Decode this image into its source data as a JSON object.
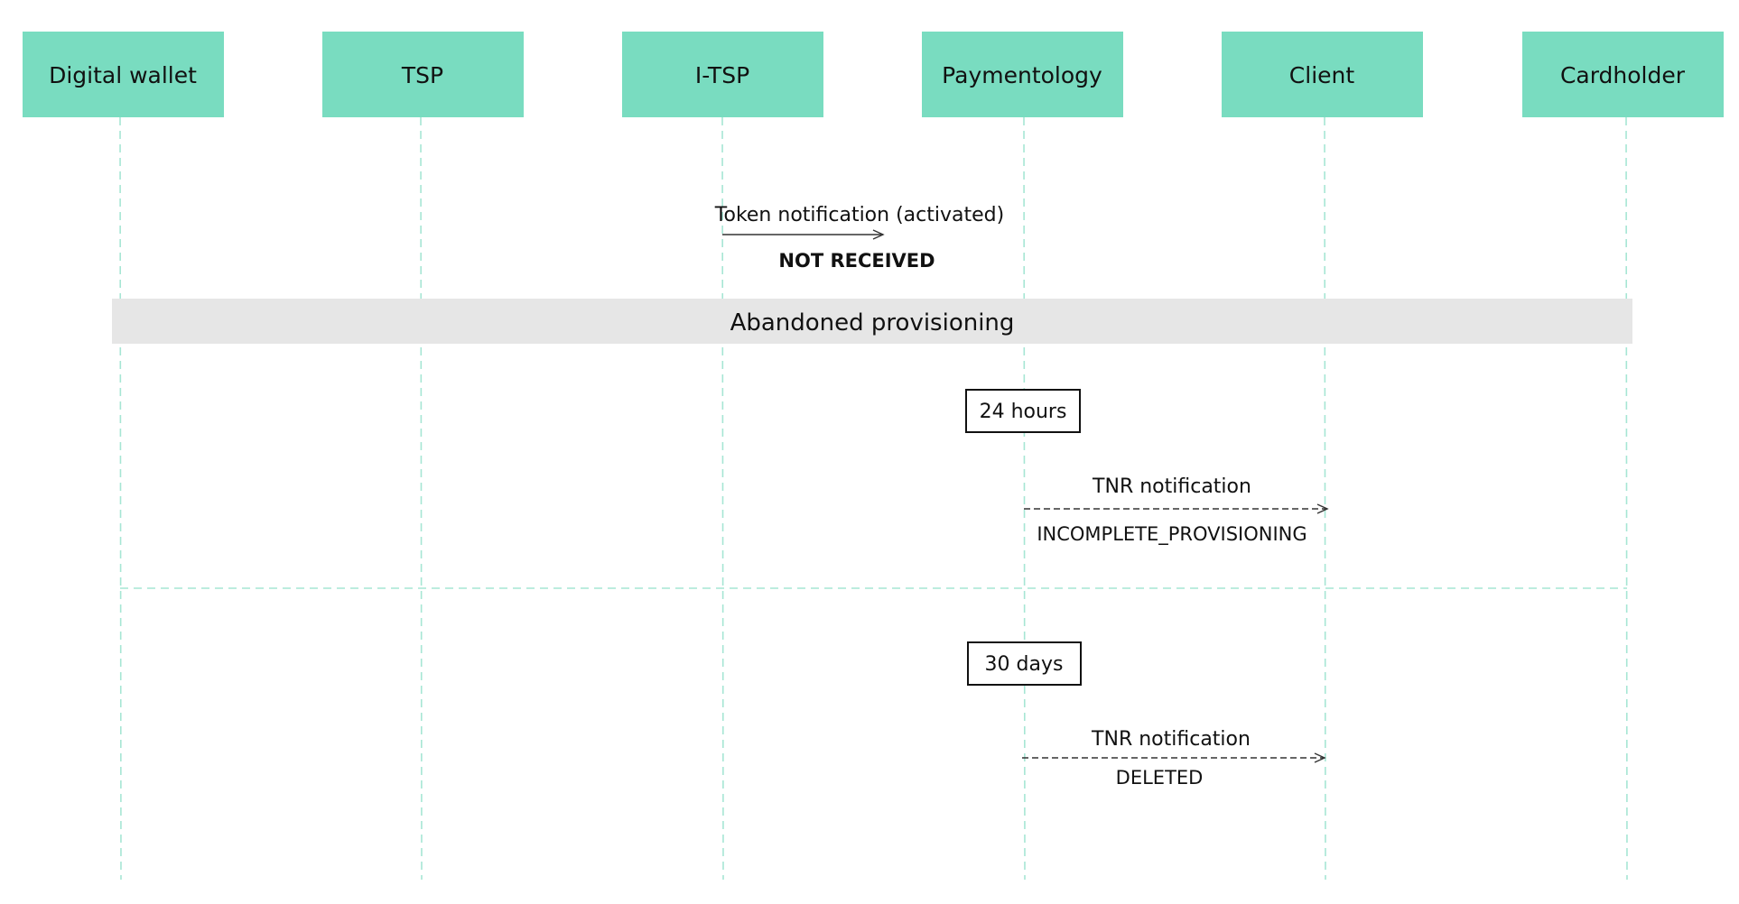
{
  "participants": [
    {
      "label": "Digital wallet"
    },
    {
      "label": "TSP"
    },
    {
      "label": "I-TSP"
    },
    {
      "label": "Paymentology"
    },
    {
      "label": "Client"
    },
    {
      "label": "Cardholder"
    }
  ],
  "messages": [
    {
      "label": "Token notification (activated)",
      "status": "NOT RECEIVED",
      "from": "I-TSP",
      "to": "Paymentology",
      "line_style": "solid"
    },
    {
      "label": "TNR notification",
      "status": "INCOMPLETE_PROVISIONING",
      "from": "Paymentology",
      "to": "Client",
      "line_style": "dashed"
    },
    {
      "label": "TNR notification",
      "status": "DELETED",
      "from": "Paymentology",
      "to": "Client",
      "line_style": "dashed"
    }
  ],
  "band": {
    "label": "Abandoned provisioning"
  },
  "timers": [
    {
      "label": "24 hours"
    },
    {
      "label": "30 days"
    }
  ],
  "colors": {
    "participant_fill": "#79dcc0",
    "lifeline": "#a6e6d4",
    "band_fill": "#e6e6e6",
    "arrow": "#333333",
    "text": "#111111"
  }
}
